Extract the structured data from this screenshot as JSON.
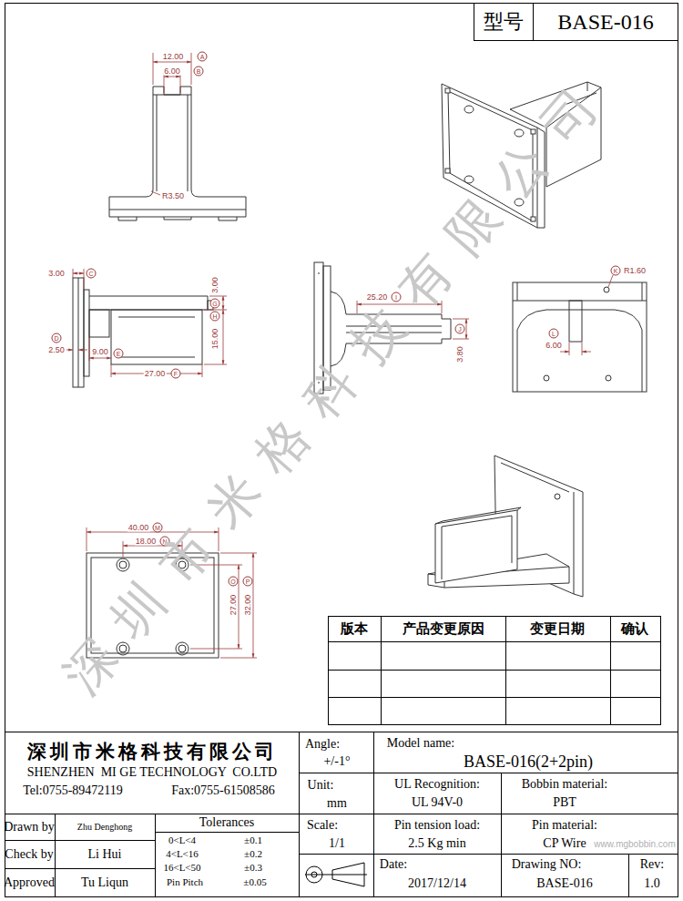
{
  "diagram": {
    "nodes": [
      {
        "text": [
          "型号",
          "BASE-016"
        ]
      }
    ],
    "labels": [
      "12.00",
      "A",
      "6.00",
      "B",
      "R3.50",
      "3.00",
      "C",
      "2.50",
      "D",
      "9.00",
      "E",
      "27.00",
      "F",
      "3.00",
      "G",
      "15.00",
      "H",
      "25.20",
      "I",
      "3.80",
      "J",
      "R1.60",
      "K",
      "6.00",
      "L",
      "40.00",
      "M",
      "18.00",
      "N",
      "27.00",
      "O",
      "32.00",
      "P",
      "深圳市米格科技有限公司",
      "www.mgbobbin.com",
      "版本",
      "产品变更原因",
      "变更日期",
      "确认",
      "深圳市米格科技有限公司",
      "SHENZHEN  MI GE TECHNOLOGY  CO.LTD",
      "Tel:0755-89472119",
      "Fax:0755-61508586",
      "Drawn by",
      "Zhu Denghong",
      "Check by",
      "Li Hui",
      "Approved",
      "Tu Liqun",
      "Tolerances",
      "0<L<4",
      "±0.1",
      "4<L<16",
      "±0.2",
      "16<L<50",
      "±0.3",
      "Pin Pitch",
      "±0.05",
      "Angle:",
      "+/-1°",
      "Unit:",
      "mm",
      "Scale:",
      "1/1",
      "Model name:",
      "BASE-016(2+2pin)",
      "UL Recognition:",
      "UL 94V-0",
      "Bobbin material:",
      "PBT",
      "Pin tension load:",
      "2.5 Kg min",
      "Pin material:",
      "CP Wire",
      "Date:",
      "2017/12/14",
      "Drawing NO:",
      "BASE-016",
      "Rev:",
      "1.0"
    ]
  }
}
